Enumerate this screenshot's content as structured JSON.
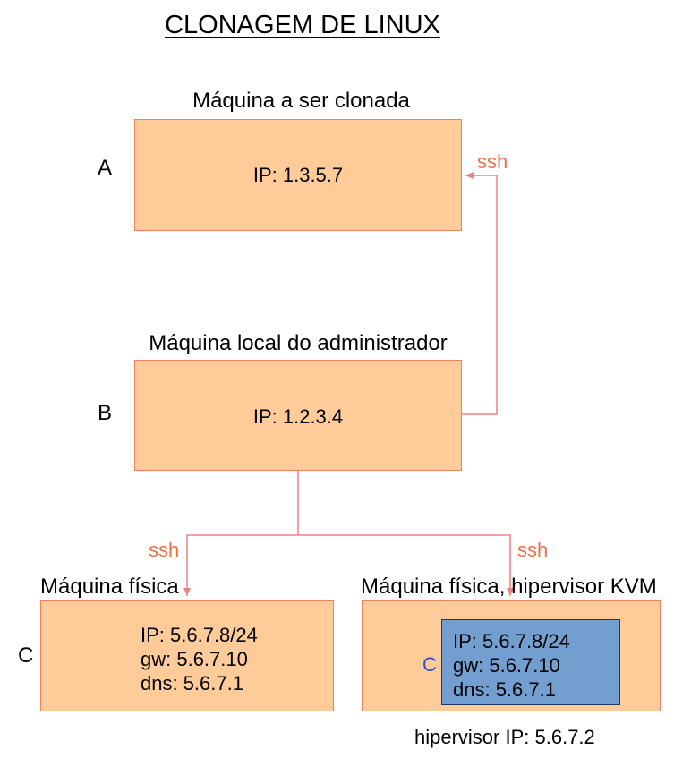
{
  "title": "CLONAGEM DE LINUX",
  "nodes": {
    "a": {
      "heading": "Máquina a ser clonada",
      "letter": "A",
      "ip": "IP: 1.3.5.7"
    },
    "b": {
      "heading": "Máquina local do administrador",
      "letter": "B",
      "ip": "IP: 1.2.3.4"
    },
    "c_physical": {
      "heading": "Máquina física",
      "letter": "C",
      "lines": [
        "IP: 5.6.7.8/24",
        "gw: 5.6.7.10",
        "dns: 5.6.7.1"
      ]
    },
    "c_kvm": {
      "heading": "Máquina física, hipervisor KVM",
      "vm_letter": "C",
      "vm_lines": [
        "IP: 5.6.7.8/24",
        "gw: 5.6.7.10",
        "dns: 5.6.7.1"
      ],
      "hypervisor_ip": "hipervisor IP: 5.6.7.2"
    }
  },
  "connections": {
    "b_to_a": "ssh",
    "b_to_c_physical": "ssh",
    "b_to_c_kvm": "ssh"
  },
  "colors": {
    "box_fill": "#ffcc99",
    "box_border": "#ef8060",
    "connector": "#f08080",
    "ssh_text": "#f07048",
    "vm_fill": "#729fcf",
    "vm_letter": "#2a52d8"
  }
}
